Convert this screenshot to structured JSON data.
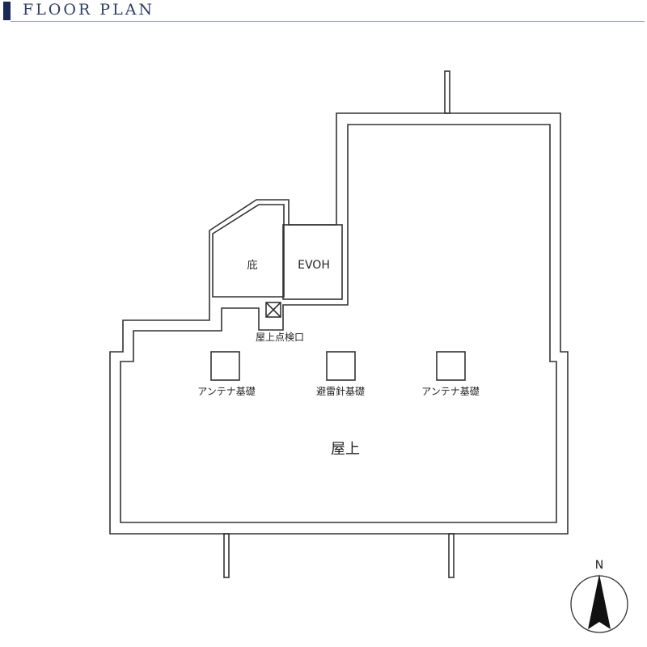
{
  "header": {
    "title": "FLOOR PLAN",
    "accent_color": "#1a2a57"
  },
  "plan": {
    "line_color": "#333333",
    "labels": {
      "eaves": "庇",
      "evoh": "EVOH",
      "roof_hatch": "屋上点検口",
      "antenna_base_left": "アンテナ基礎",
      "lightning_rod_base": "避雷針基礎",
      "antenna_base_right": "アンテナ基礎",
      "rooftop": "屋上"
    },
    "compass": {
      "north_label": "N",
      "icon": "north-arrow-icon"
    }
  }
}
